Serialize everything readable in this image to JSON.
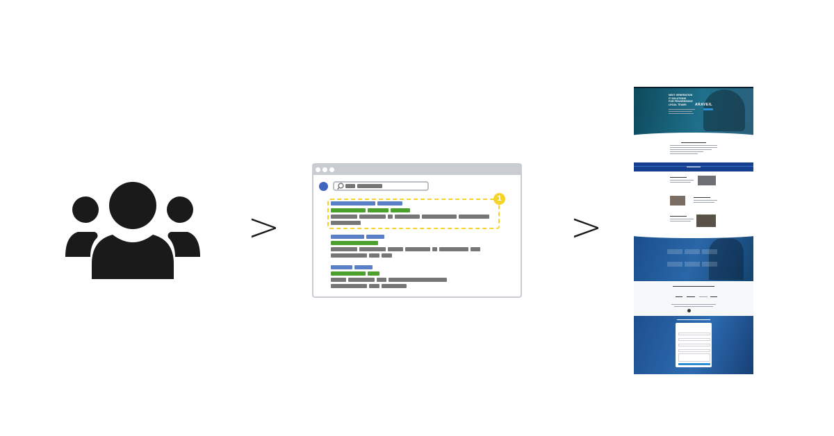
{
  "diagram": {
    "icons": {
      "users": "users-group-icon",
      "arrow_1": "chevron-right-icon",
      "arrow_2": "chevron-right-icon",
      "search": "magnifier-icon"
    },
    "arrow_glyph": ">",
    "search_result_badge": "1",
    "website_hero": {
      "heading_lines": [
        "NEXT GENERATION",
        "IT SOLUTIONS",
        "FOR PROGRESSIVE",
        "LEGAL TEAMS"
      ],
      "logo": "ARAVEIL"
    },
    "colors": {
      "icon_dark": "#1a1a1a",
      "browser_chrome": "#c9cdd2",
      "title_blue": "#5b7fc6",
      "url_green": "#4aa22c",
      "snippet_gray": "#767676",
      "highlight_yellow": "#f5d42a",
      "site_dark_blue": "#0f3d6e",
      "site_teal": "#1f6f8b"
    }
  }
}
